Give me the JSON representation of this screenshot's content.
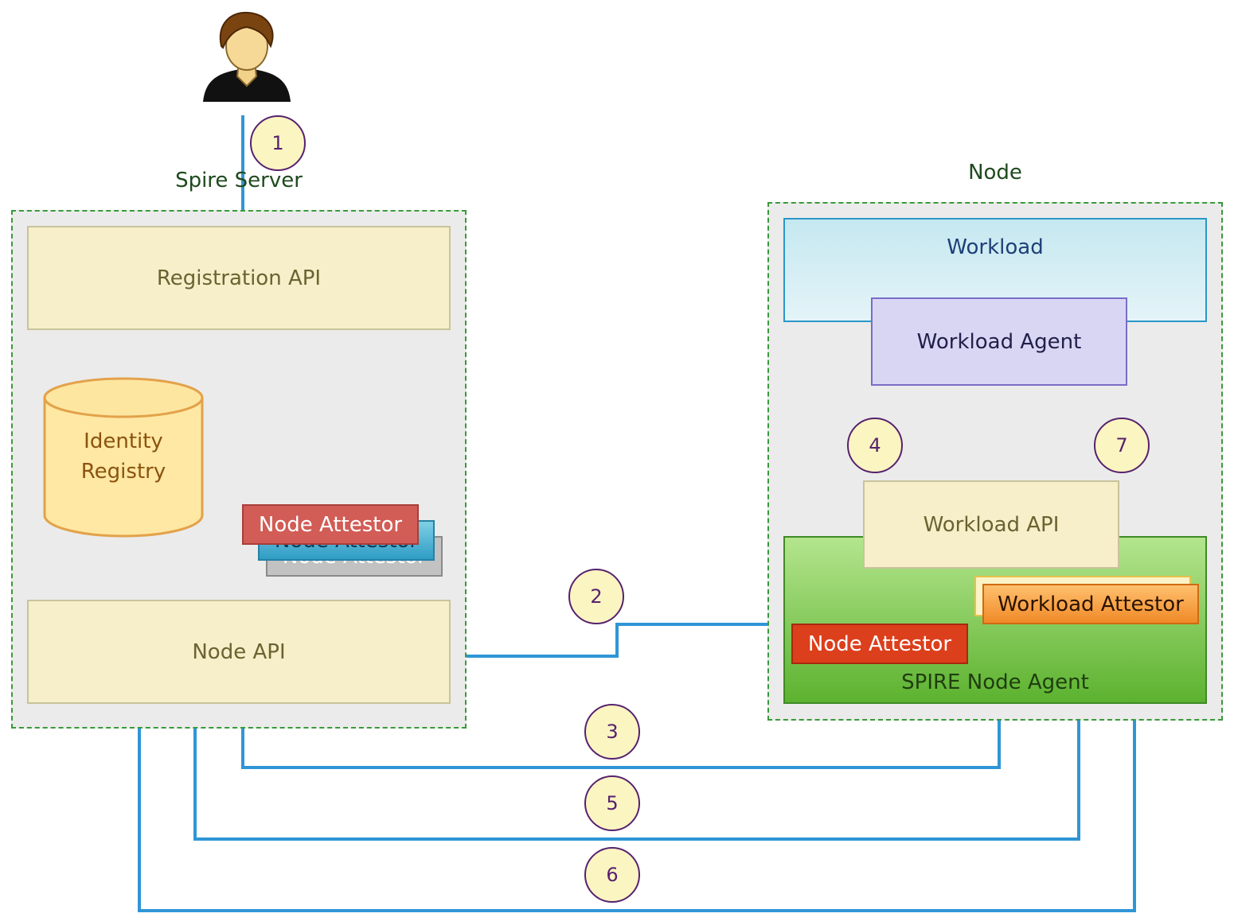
{
  "server": {
    "title": "Spire Server",
    "registration_api": "Registration API",
    "identity_registry_line1": "Identity",
    "identity_registry_line2": "Registry",
    "node_attestor": "Node Attestor",
    "node_api": "Node API"
  },
  "node": {
    "title": "Node",
    "workload": "Workload",
    "workload_agent": "Workload Agent",
    "workload_api": "Workload API",
    "workload_attestor": "Workload Attestor",
    "node_attestor": "Node Attestor",
    "spire_node_agent": "SPIRE Node Agent"
  },
  "steps": [
    "1",
    "2",
    "3",
    "4",
    "5",
    "6",
    "7"
  ],
  "colors": {
    "arrow": "#2f96d6",
    "container_border": "#3a9a3a",
    "step_border": "#57216e",
    "step_fill": "#fbf5c2"
  },
  "icons": {
    "user": "user-icon"
  }
}
